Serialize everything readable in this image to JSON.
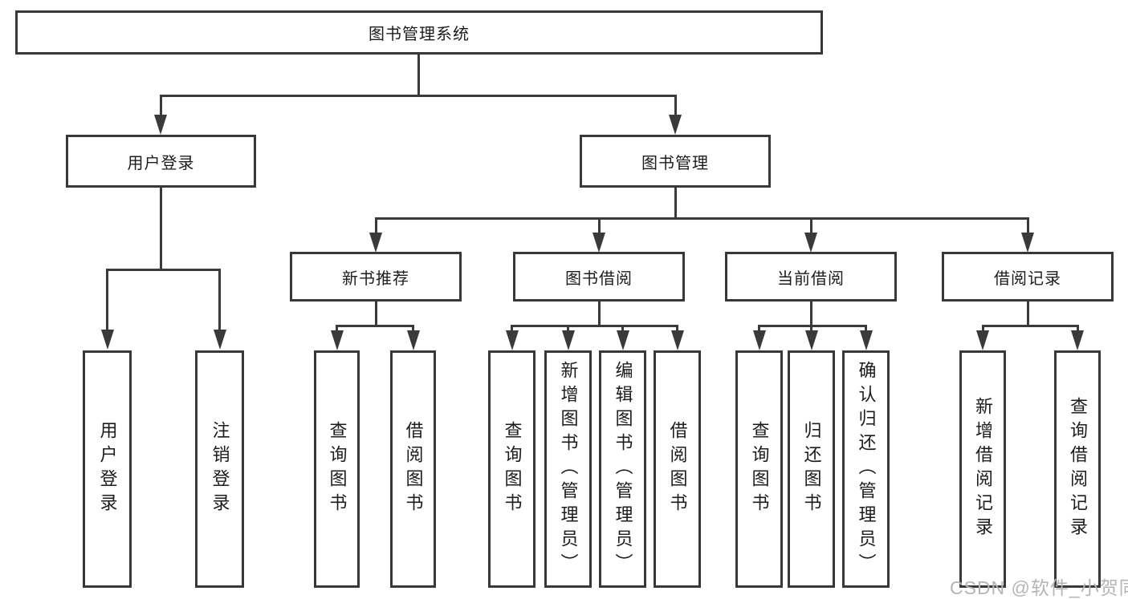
{
  "colors": {
    "line": "#3a3a3a",
    "box_border": "#383838",
    "text": "#1c1c1c",
    "watermark": "#b5b5b5",
    "background": "#ffffff"
  },
  "watermark": "CSDN @软件_小贺同学",
  "tree": {
    "root": "图书管理系统",
    "branches": [
      {
        "label": "用户登录",
        "leaves": [
          "用户登录",
          "注销登录"
        ]
      },
      {
        "label": "图书管理",
        "groups": [
          {
            "label": "新书推荐",
            "leaves": [
              "查询图书",
              "借阅图书"
            ]
          },
          {
            "label": "图书借阅",
            "leaves": [
              "查询图书",
              "新增图书（管理员）",
              "编辑图书（管理员）",
              "借阅图书"
            ]
          },
          {
            "label": "当前借阅",
            "leaves": [
              "查询图书",
              "归还图书",
              "确认归还（管理员）"
            ]
          },
          {
            "label": "借阅记录",
            "leaves": [
              "新增借阅记录",
              "查询借阅记录"
            ]
          }
        ]
      }
    ]
  }
}
